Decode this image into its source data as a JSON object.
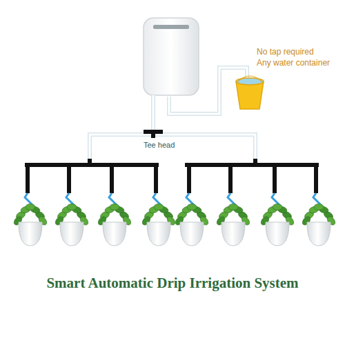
{
  "diagram": {
    "title": "Smart Automatic Drip Irrigation System",
    "labels": [
      "No tap required",
      "Any water container",
      "Tee head"
    ]
  }
}
